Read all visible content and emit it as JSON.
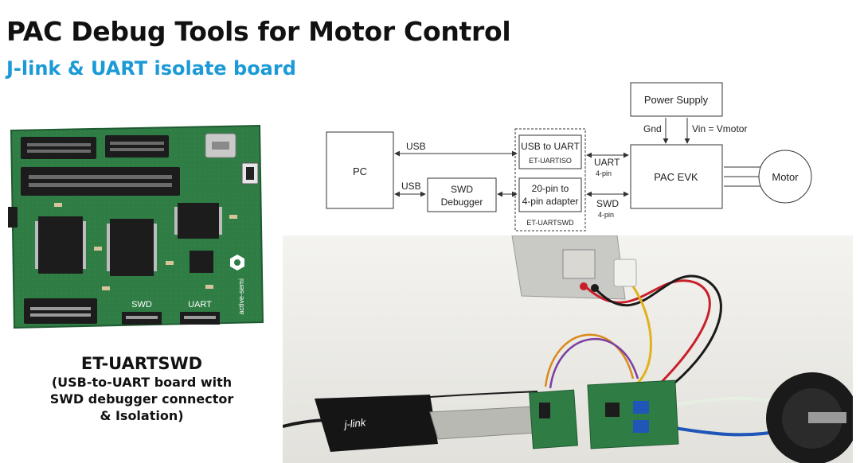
{
  "slide": {
    "title": "PAC Debug Tools for Motor Control",
    "subtitle": "J-link & UART isolate board"
  },
  "board": {
    "name": "ET-UARTSWD",
    "description": "(USB-to-UART board with\nSWD debugger connector\n& Isolation)",
    "silkscreen": {
      "swd": "SWD",
      "uart": "UART",
      "brand": "active-semi"
    }
  },
  "diagram": {
    "pc": "PC",
    "usb_top": "USB",
    "usb_bottom": "USB",
    "swd_debugger_line1": "SWD",
    "swd_debugger_line2": "Debugger",
    "usb_to_uart": "USB to UART",
    "et_uartiso": "ET-UARTISO",
    "adapter_line1": "20-pin to",
    "adapter_line2": "4-pin adapter",
    "et_uartswd": "ET-UARTSWD",
    "uart_label": "UART",
    "uart_pins": "4-pin",
    "swd_label": "SWD",
    "swd_pins": "4-pin",
    "pac_evk": "PAC EVK",
    "power_supply": "Power Supply",
    "gnd": "Gnd",
    "vin": "Vin = Vmotor",
    "motor": "Motor"
  },
  "photo": {
    "jlink_label": "j-link"
  },
  "colors": {
    "title": "#111111",
    "subtitle": "#1b9ad6",
    "pcb_green": "#2f7d45",
    "pcb_dark": "#1f5a31",
    "chip": "#1c1c1c",
    "jlink_body": "#151515",
    "bench": "#ecebe6",
    "wire_red": "#c8202a",
    "wire_blue": "#1f56b8"
  }
}
